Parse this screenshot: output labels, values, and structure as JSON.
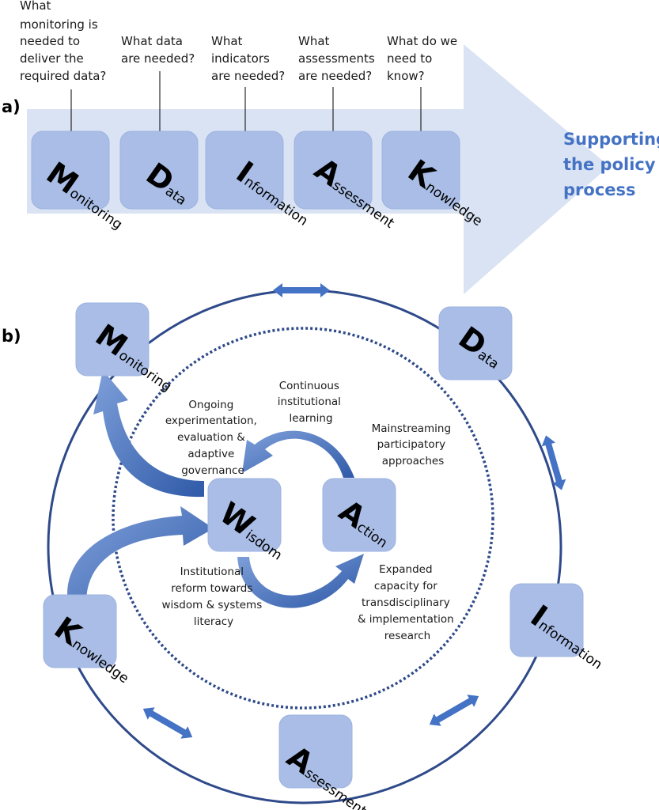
{
  "panel_a": {
    "label": "a)",
    "questions": [
      [
        "What",
        "monitoring is",
        "needed to",
        "deliver the",
        "required data?"
      ],
      [
        "What data",
        "are needed?"
      ],
      [
        "What",
        "indicators",
        "are needed?"
      ],
      [
        "What",
        "assessments",
        "are needed?"
      ],
      [
        "What do we",
        "need to",
        "know?"
      ]
    ],
    "steps": [
      {
        "initial": "M",
        "rest": "onitoring"
      },
      {
        "initial": "D",
        "rest": "ata"
      },
      {
        "initial": "I",
        "rest": "nformation"
      },
      {
        "initial": "A",
        "rest": "ssessment"
      },
      {
        "initial": "K",
        "rest": "nowledge"
      }
    ],
    "policy_lines": [
      "Supporting",
      "the policy",
      "process"
    ]
  },
  "panel_b": {
    "label": "b)",
    "outer_nodes": {
      "monitoring": {
        "initial": "M",
        "rest": "onitoring"
      },
      "data": {
        "initial": "D",
        "rest": "ata"
      },
      "information": {
        "initial": "I",
        "rest": "nformation"
      },
      "assessment": {
        "initial": "A",
        "rest": "ssessment"
      },
      "knowledge": {
        "initial": "K",
        "rest": "nowledge"
      }
    },
    "inner_nodes": {
      "wisdom": {
        "initial": "W",
        "rest": "isdom"
      },
      "action": {
        "initial": "A",
        "rest": "ction"
      }
    },
    "notes": {
      "continuous": [
        "Continuous",
        "institutional",
        "learning"
      ],
      "ongoing": [
        "Ongoing",
        "experimentation,",
        "evaluation &",
        "adaptive",
        "governance"
      ],
      "mainstreaming": [
        "Mainstreaming",
        "participatory",
        "approaches"
      ],
      "institutional_reform": [
        "Institutional",
        "reform towards",
        "wisdom & systems",
        "literacy"
      ],
      "expanded": [
        "Expanded",
        "capacity for",
        "transdisciplinary",
        "& implementation",
        "research"
      ]
    }
  },
  "colors": {
    "arrow_fill": "#dae3f3",
    "box_fill": "#a9bde6",
    "circle_stroke": "#2f4a8a",
    "accent": "#4472c4"
  }
}
